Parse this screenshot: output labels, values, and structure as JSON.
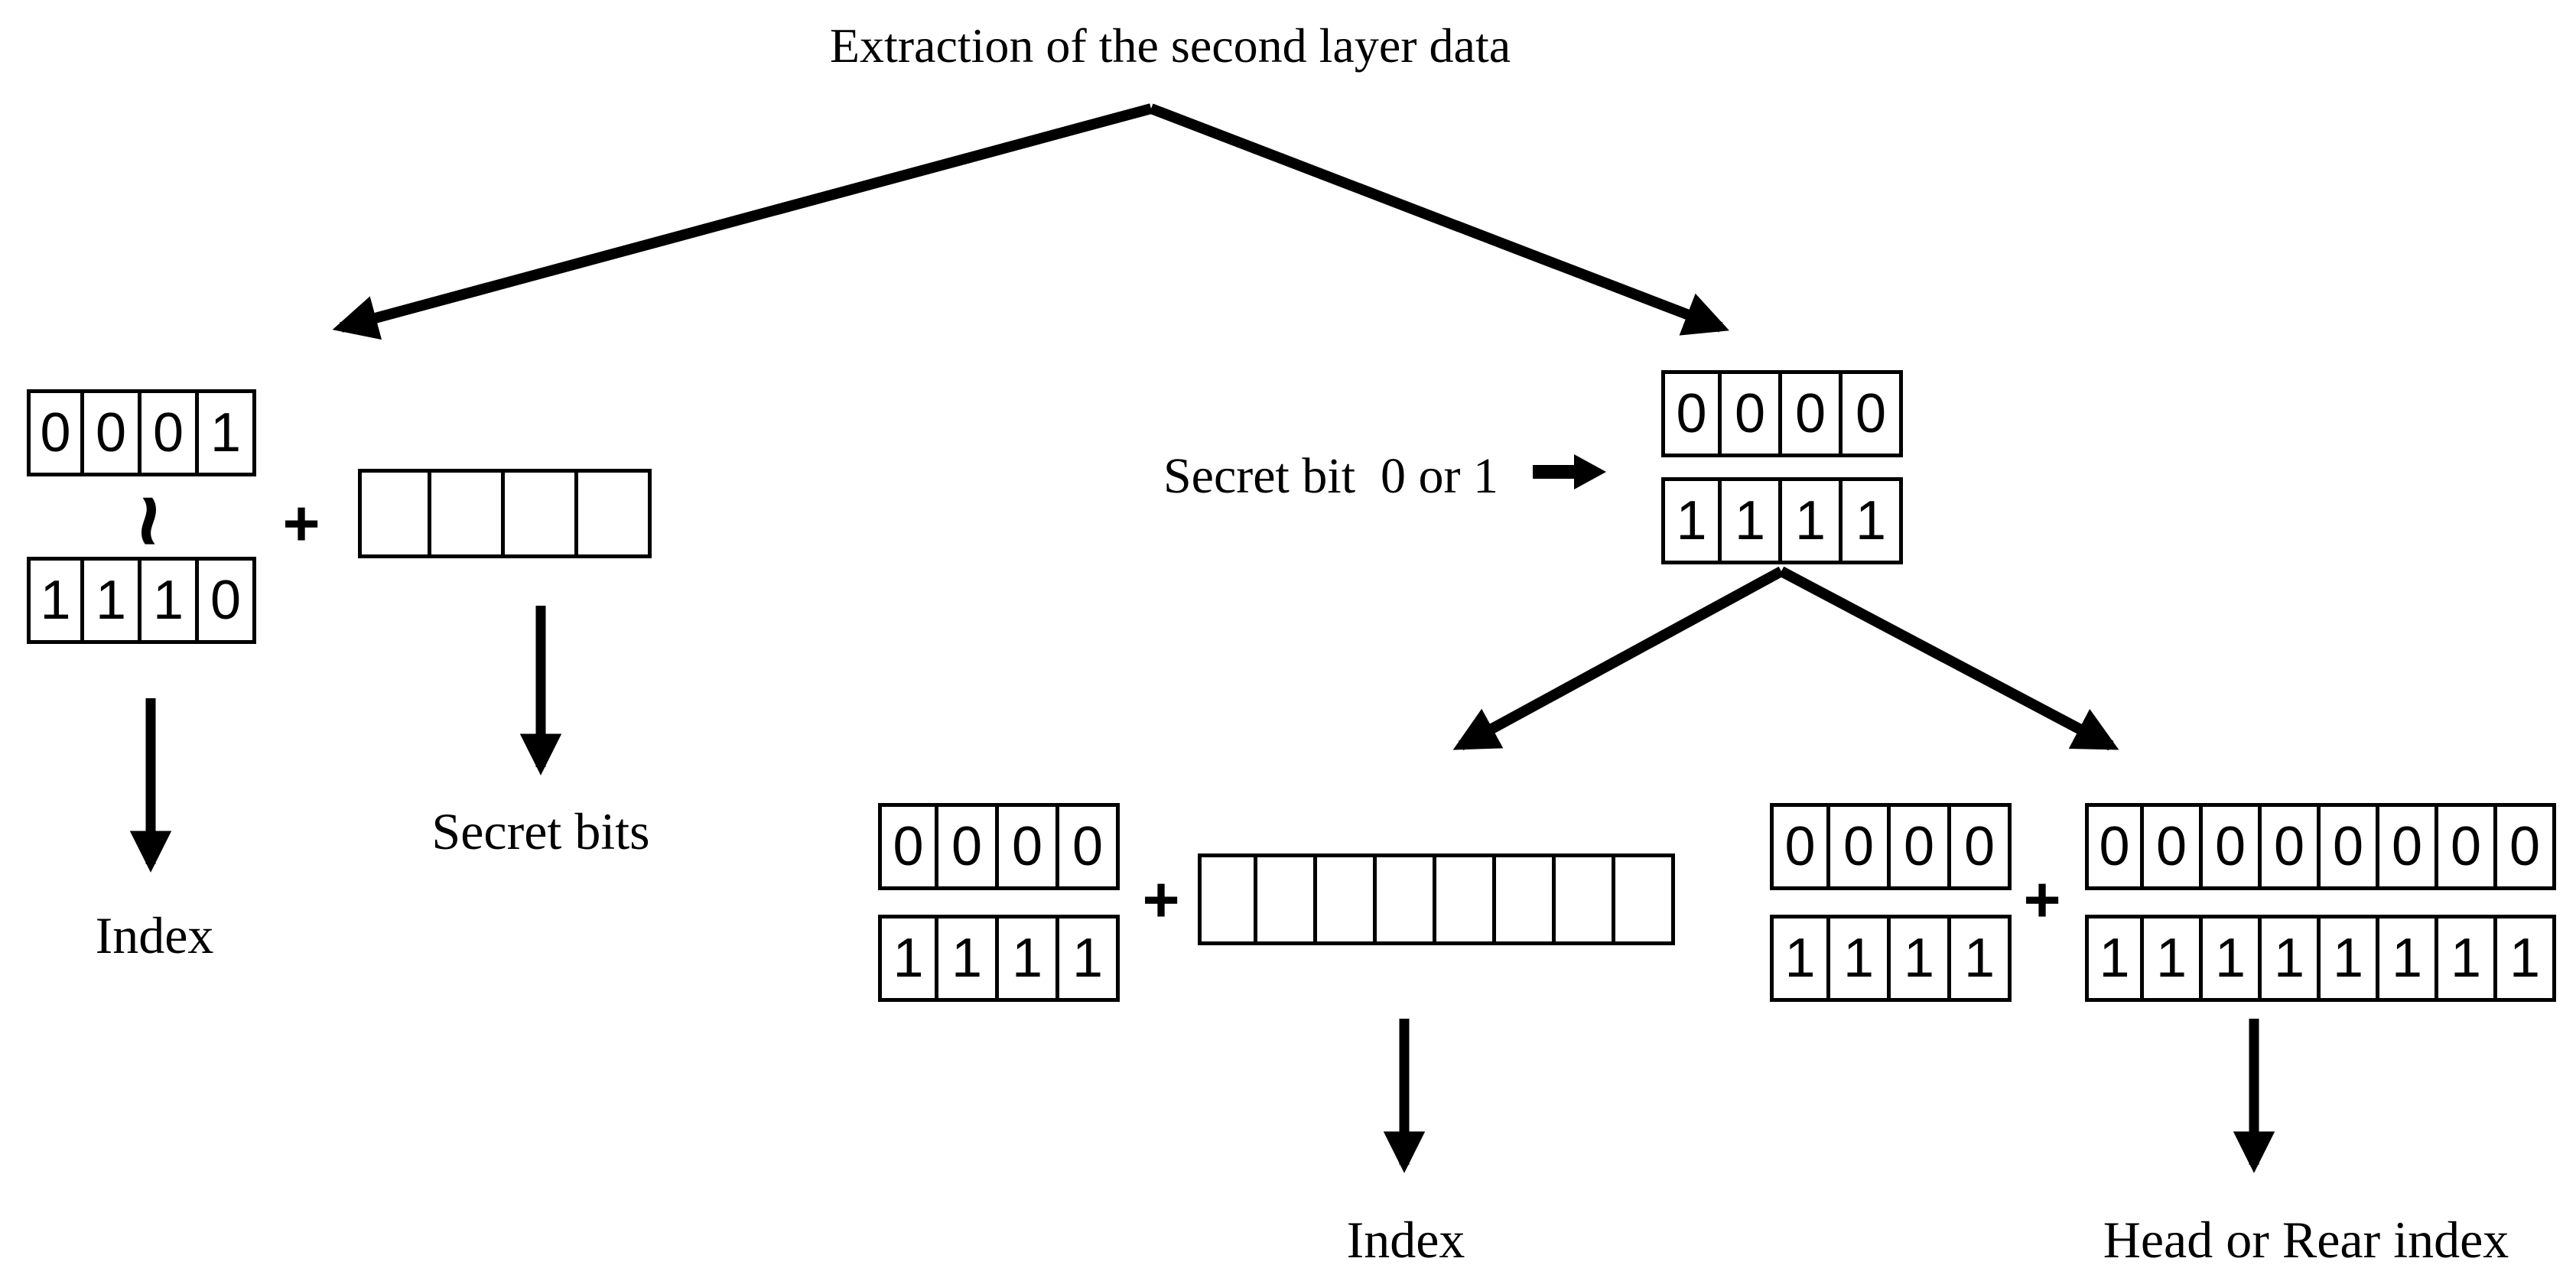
{
  "title": "Extraction of the second layer data",
  "symbols": {
    "plus": "+",
    "range_squiggle": "~"
  },
  "left_branch": {
    "index_table": {
      "top_row": [
        "0",
        "0",
        "0",
        "1"
      ],
      "bottom_row": [
        "1",
        "1",
        "1",
        "0"
      ]
    },
    "secret_table_cells": [
      "",
      "",
      "",
      ""
    ],
    "index_label": "Index",
    "secret_bits_label": "Secret bits"
  },
  "right_branch": {
    "secret_bit_label": "Secret bit  0 or 1",
    "seed_table": {
      "top_row": [
        "0",
        "0",
        "0",
        "0"
      ],
      "bottom_row": [
        "1",
        "1",
        "1",
        "1"
      ]
    },
    "index_subtree": {
      "pair_table": {
        "top_row": [
          "0",
          "0",
          "0",
          "0"
        ],
        "bottom_row": [
          "1",
          "1",
          "1",
          "1"
        ]
      },
      "empty_table_cells": [
        "",
        "",
        "",
        "",
        "",
        "",
        "",
        ""
      ],
      "index_label": "Index"
    },
    "head_rear_subtree": {
      "pair_table": {
        "top_row": [
          "0",
          "0",
          "0",
          "0"
        ],
        "bottom_row": [
          "1",
          "1",
          "1",
          "1"
        ]
      },
      "wide_table": {
        "top_row": [
          "0",
          "0",
          "0",
          "0",
          "0",
          "0",
          "0",
          "0"
        ],
        "bottom_row": [
          "1",
          "1",
          "1",
          "1",
          "1",
          "1",
          "1",
          "1"
        ]
      },
      "label": "Head or Rear index"
    }
  }
}
